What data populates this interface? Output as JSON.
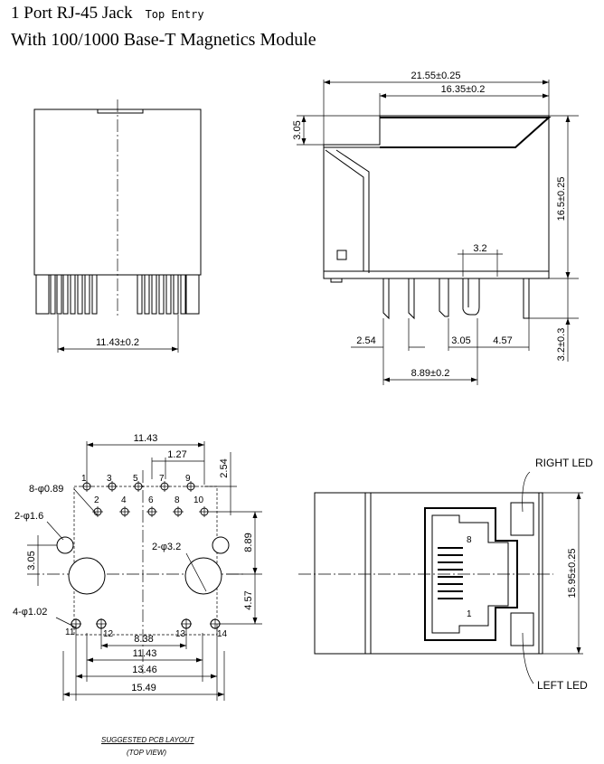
{
  "title": {
    "line1": "1 Port RJ-45 Jack",
    "entry": "Top Entry",
    "line2": "With 100/1000 Base-T Magnetics Module"
  },
  "front_view": {
    "width_dim": "11.43±0.2"
  },
  "side_view": {
    "overall_length": "21.55±0.25",
    "top_length": "16.35±0.2",
    "top_step": "3.05",
    "body_height": "16.5±0.25",
    "pin_pitch": "3.2",
    "pin_offset": "2.54",
    "pin_gap": "3.05",
    "pin_rear": "4.57",
    "pin_span": "8.89±0.2",
    "pin_length": "3.2±0.3"
  },
  "pcb_layout": {
    "width_top": "11.43",
    "pitch": "1.27",
    "row_offset": "2.54",
    "pin_holes": "8-φ0.89",
    "mount_holes_small": "2-φ1.6",
    "mount_holes_large": "2-φ3.2",
    "led_holes": "4-φ1.02",
    "vert_dim1": "8.89",
    "vert_dim2": "3.05",
    "vert_dim3": "4.57",
    "dim_838": "8.38",
    "dim_1143": "11.43",
    "dim_1346": "13.46",
    "dim_1549": "15.49",
    "pin_labels": [
      "1",
      "2",
      "3",
      "4",
      "5",
      "6",
      "7",
      "8",
      "9",
      "10",
      "11",
      "12",
      "13",
      "14"
    ],
    "caption": "SUGGESTED PCB LAYOUT",
    "caption_sub": "(TOP VIEW)"
  },
  "port_view": {
    "right_led": "RIGHT LED",
    "left_led": "LEFT LED",
    "height_dim": "15.95±0.25",
    "contact_8": "8",
    "contact_1": "1"
  }
}
